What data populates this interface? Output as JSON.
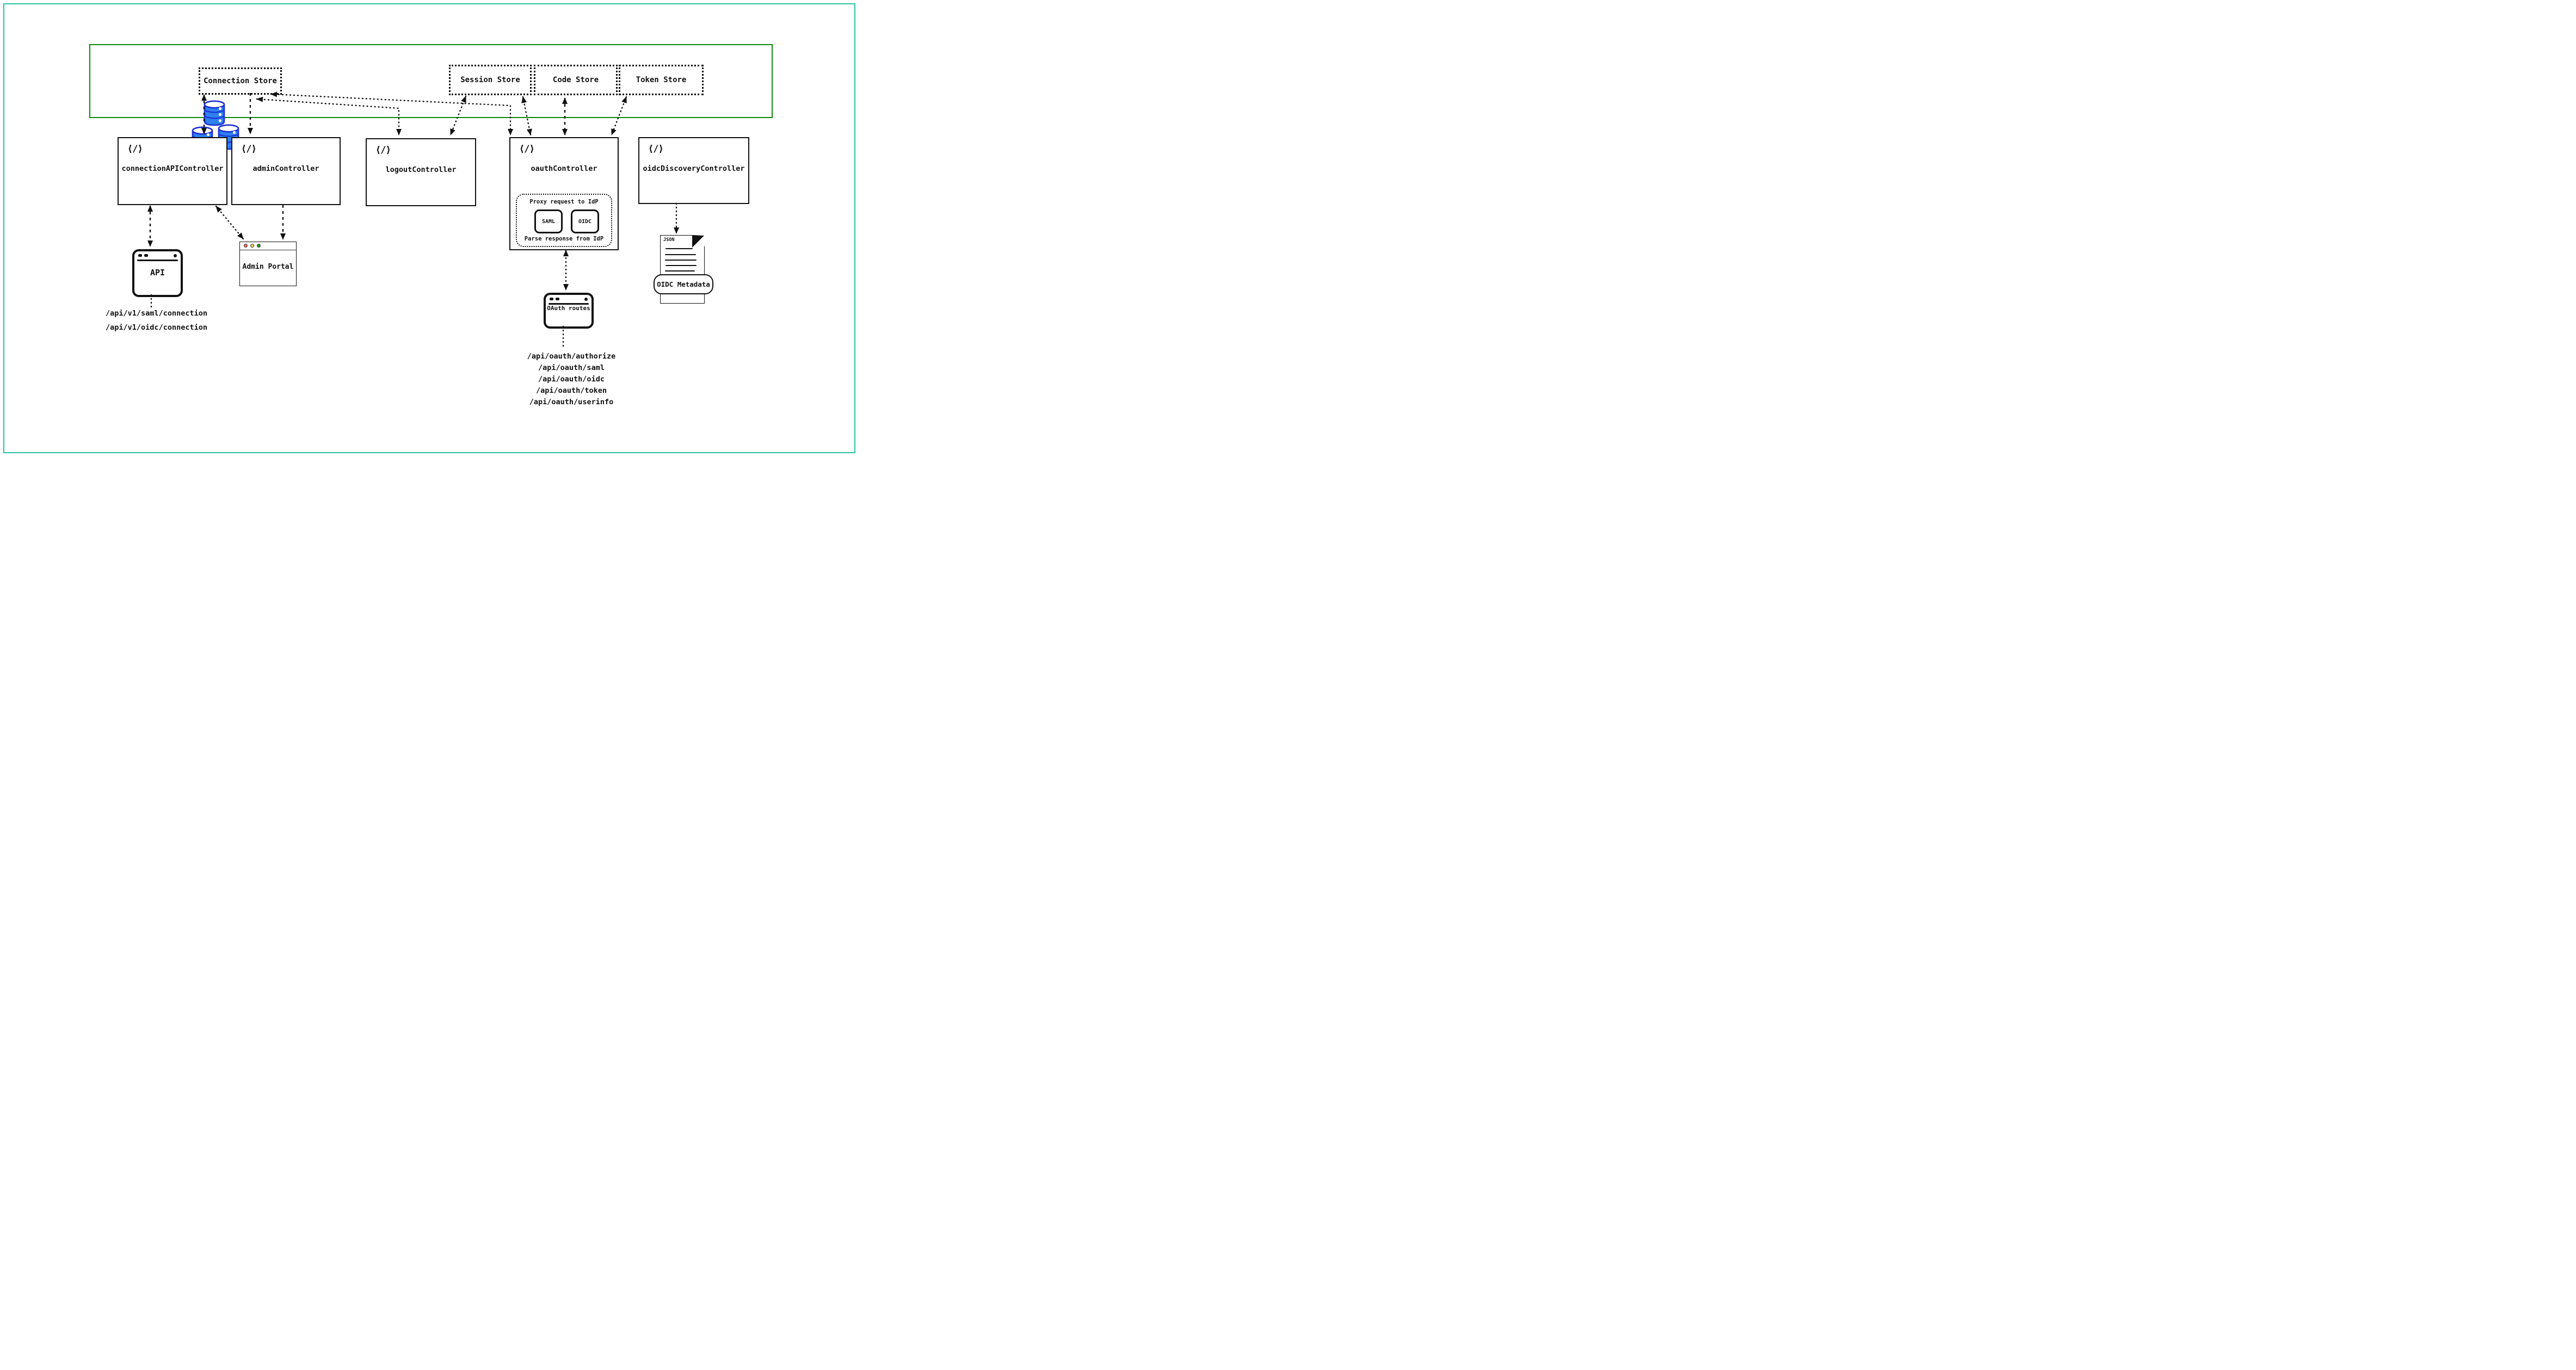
{
  "data_layer": {
    "database_icon": "stacked-database-cylinders",
    "stores": [
      {
        "id": "connection",
        "label": "Connection Store"
      },
      {
        "id": "session",
        "label": "Session Store"
      },
      {
        "id": "code",
        "label": "Code Store"
      },
      {
        "id": "token",
        "label": "Token Store"
      }
    ]
  },
  "controllers": [
    {
      "id": "connection-api",
      "label": "connectionAPIController"
    },
    {
      "id": "admin",
      "label": "adminController"
    },
    {
      "id": "logout",
      "label": "logoutController"
    },
    {
      "id": "oauth",
      "label": "oauthController"
    },
    {
      "id": "oidc-discovery",
      "label": "oidcDiscoveryController"
    }
  ],
  "icons": {
    "code_glyph": "⟨/⟩"
  },
  "oauth_internals": {
    "proxy_label": "Proxy request to IdP",
    "parse_label": "Parse response from IdP",
    "protocols": [
      "SAML",
      "OIDC"
    ]
  },
  "clients": {
    "api_window_label": "API",
    "admin_portal_label": "Admin Portal",
    "oauth_routes_label": "OAuth routes"
  },
  "metadata_doc": {
    "file_type": "JSON",
    "banner": "OIDC Metadata"
  },
  "api_v1_routes": [
    "/api/v1/saml/connection",
    "/api/v1/oidc/connection"
  ],
  "oauth_api_routes": [
    "/api/oauth/authorize",
    "/api/oauth/saml",
    "/api/oauth/oidc",
    "/api/oauth/token",
    "/api/oauth/userinfo"
  ],
  "colors": {
    "frame_teal": "#2cc3a4",
    "store_container_green": "#0b8b0b",
    "database_blue_fill": "#2e80f0",
    "database_blue_stroke": "#1d2fd4",
    "traffic_red": "#f4625a",
    "traffic_yellow": "#f3c84b",
    "traffic_green": "#179a17",
    "line_black": "#111111"
  }
}
